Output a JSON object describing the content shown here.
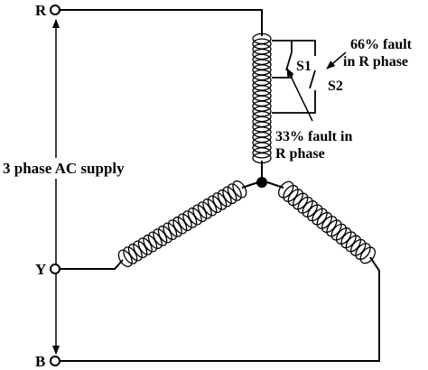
{
  "terminals": {
    "r": "R",
    "y": "Y",
    "b": "B"
  },
  "supply_label": "3 phase AC supply",
  "switches": {
    "s1": "S1",
    "s2": "S2"
  },
  "annotations": {
    "fault66_line1": "66% fault",
    "fault66_line2": "in R phase",
    "fault33_line1": "33% fault in",
    "fault33_line2": "R phase"
  },
  "colors": {
    "ink": "#000000",
    "background": "#ffffff"
  }
}
